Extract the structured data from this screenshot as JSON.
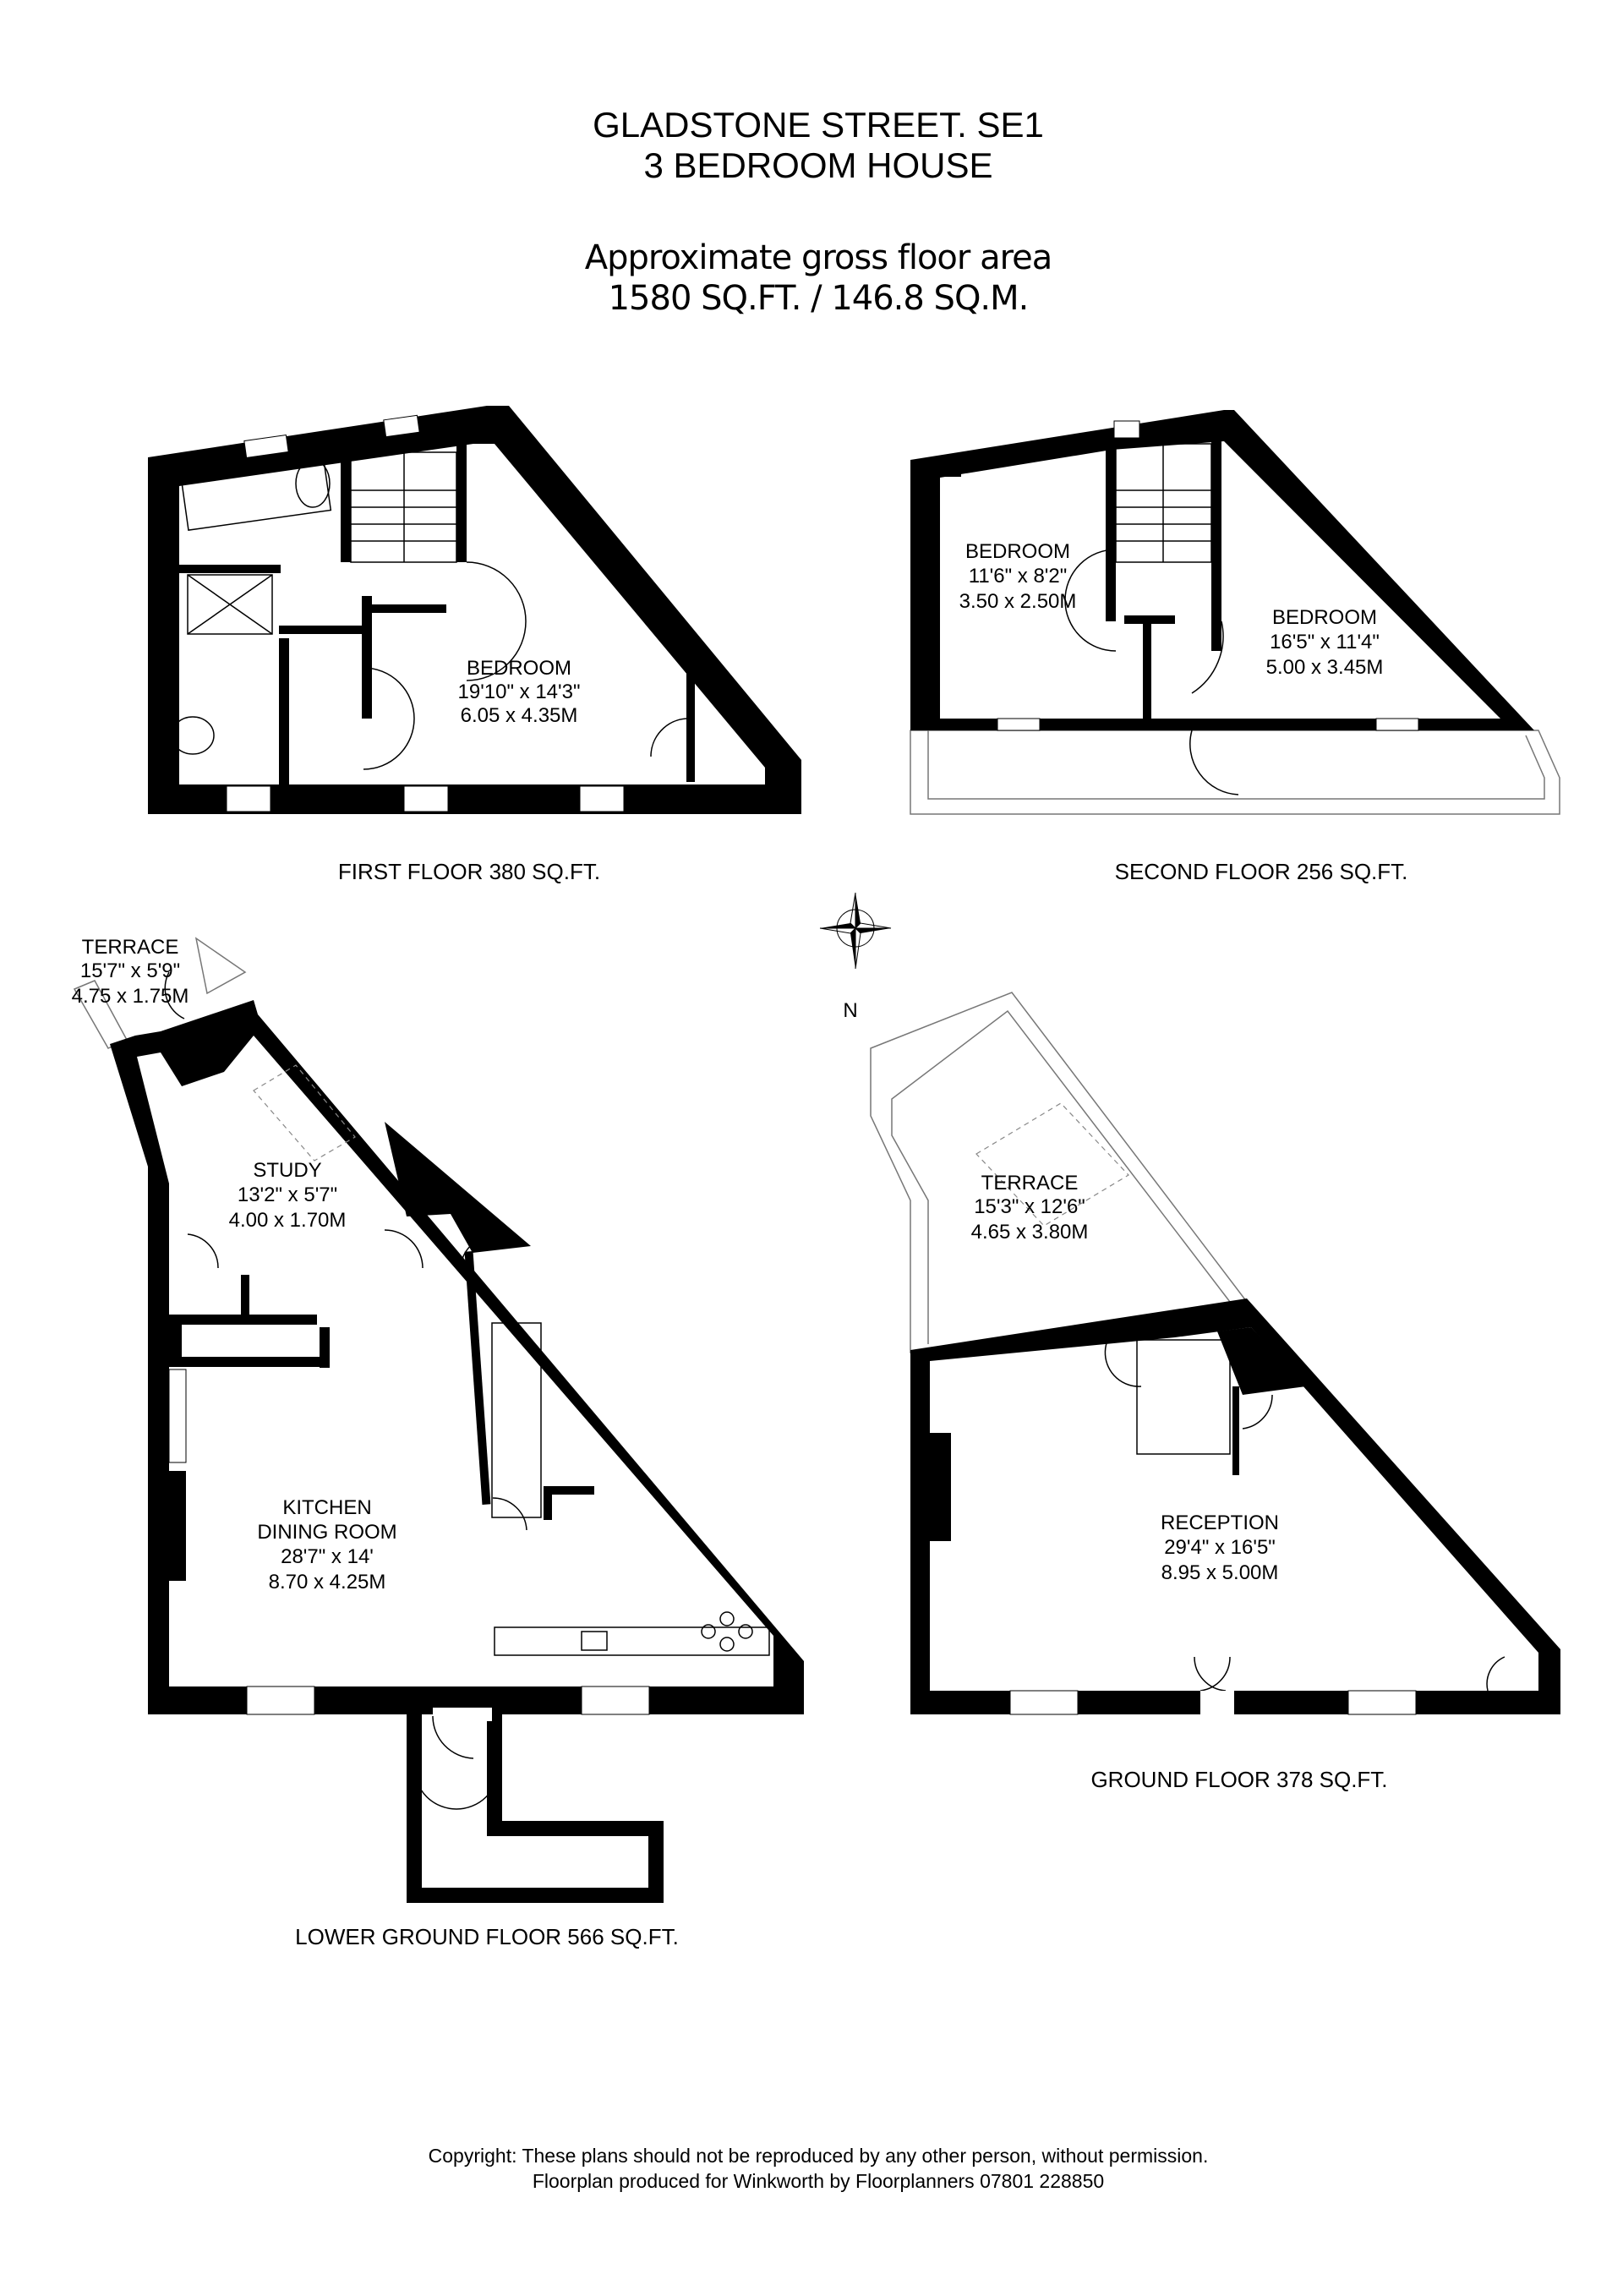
{
  "header": {
    "title_line1": "GLADSTONE STREET. SE1",
    "title_line2": "3 BEDROOM HOUSE",
    "area_label": "Approximate gross floor area",
    "area_value": "1580 SQ.FT. / 146.8 SQ.M."
  },
  "floors": {
    "first": {
      "label": "FIRST FLOOR 380 SQ.FT.",
      "rooms": [
        {
          "name": "BEDROOM",
          "imperial": "19'10\" x 14'3\"",
          "metric": "6.05 x 4.35M"
        }
      ]
    },
    "second": {
      "label": "SECOND FLOOR 256 SQ.FT.",
      "rooms": [
        {
          "name": "BEDROOM",
          "imperial": "11'6\" x 8'2\"",
          "metric": "3.50 x 2.50M"
        },
        {
          "name": "BEDROOM",
          "imperial": "16'5\" x 11'4\"",
          "metric": "5.00 x 3.45M"
        }
      ]
    },
    "lower_ground": {
      "label": "LOWER GROUND FLOOR 566 SQ.FT.",
      "rooms": [
        {
          "name": "TERRACE",
          "imperial": "15'7\" x 5'9\"",
          "metric": "4.75 x 1.75M"
        },
        {
          "name": "STUDY",
          "imperial": "13'2\" x 5'7\"",
          "metric": "4.00 x 1.70M"
        },
        {
          "name": "KITCHEN",
          "name2": "DINING ROOM",
          "imperial": "28'7\" x 14'",
          "metric": "8.70 x 4.25M"
        }
      ]
    },
    "ground": {
      "label": "GROUND FLOOR 378 SQ.FT.",
      "rooms": [
        {
          "name": "TERRACE",
          "imperial": "15'3\" x 12'6\"",
          "metric": "4.65 x 3.80M"
        },
        {
          "name": "RECEPTION",
          "imperial": "29'4\" x 16'5\"",
          "metric": "8.95 x 5.00M"
        }
      ]
    }
  },
  "compass": {
    "icon": "compass-rose-icon",
    "north_label": "N"
  },
  "footer": {
    "copyright": "Copyright: These plans should not be reproduced by any other person, without permission.",
    "credit": "Floorplan produced for Winkworth by Floorplanners 07801 228850"
  },
  "colors": {
    "wall": "#000000",
    "background": "#ffffff",
    "outline": "#777777"
  }
}
